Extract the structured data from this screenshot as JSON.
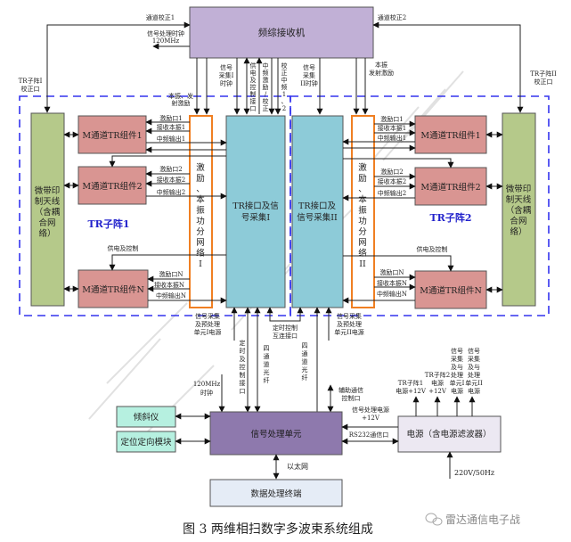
{
  "title": "图 3  两维相扫数字多波束系统组成",
  "watermark": "雷达通信电子战",
  "colors": {
    "receiver": "#c1b0d6",
    "antenna": "#b5c98a",
    "tr_module": "#d99592",
    "tr_interface": "#8dcbd8",
    "splitter_border": "#f07f22",
    "subarray_border": "#3333ee",
    "subarray_label": "#2222cc",
    "sensor": "#b6f0e0",
    "processor": "#8e79ad",
    "power": "#ece8f2",
    "terminal": "#e5ecf6"
  },
  "blocks": {
    "receiver": "频综接收机",
    "antenna1": [
      "微带印",
      "制天线",
      "（含耦",
      "合网",
      "络）"
    ],
    "antenna2": [
      "微带印",
      "制天线",
      "（含耦",
      "合网",
      "络）"
    ],
    "tr1": [
      "M通道TR组件1",
      "M通道TR组件2",
      "M通道TR组件N"
    ],
    "tr2": [
      "M通道TR组件1",
      "M通道TR组件2",
      "M通道TR组件N"
    ],
    "splitter1": [
      "激",
      "励",
      "、",
      "本",
      "振",
      "功",
      "分",
      "网",
      "络",
      "I"
    ],
    "splitter2": [
      "激",
      "励",
      "、",
      "本",
      "振",
      "功",
      "分",
      "网",
      "络",
      "II"
    ],
    "tr_if1": [
      "TR接口及信",
      "号采集I"
    ],
    "tr_if2": [
      "TR接口及",
      "信号采集II"
    ],
    "subarray1": "TR子阵1",
    "subarray2": "TR子阵2",
    "inclinometer": "倾斜仪",
    "positioning": "定位定向模块",
    "processor": "信号处理单元",
    "power": "电源（含电源滤波器）",
    "terminal": "数据处理终端"
  },
  "labels": {
    "cal1": "通道校正1",
    "cal2": "通道校正2",
    "sp_clock": [
      "信号处理时钟",
      "120MHz"
    ],
    "tr1_cal_port": [
      "TR子阵I",
      "校正口"
    ],
    "tr2_cal_port": [
      "TR子阵II",
      "校正口"
    ],
    "lo_tx1": [
      "本振、发",
      "射激励"
    ],
    "lo_tx2": [
      "本振",
      "发射激励"
    ],
    "acq_clk1": [
      "信号",
      "采集I",
      "时钟"
    ],
    "acq_clk2": [
      "信号",
      "采集",
      "II时钟"
    ],
    "pwr_ctrl_if": [
      "供",
      "电",
      "及",
      "控",
      "制",
      "接",
      "口"
    ],
    "if_exc_cal": [
      "中",
      "频",
      "激",
      "励",
      "/",
      "校",
      "正"
    ],
    "cal_if": [
      "校",
      "正",
      "中",
      "频",
      "1",
      "、",
      "2"
    ],
    "tr1_signals": [
      [
        "激励口1",
        "接收本振1",
        "中频输出1"
      ],
      [
        "激励口2",
        "接收本振2",
        "中频输出2"
      ],
      [
        "激励口N",
        "接收本振N",
        "中频输出N"
      ]
    ],
    "tr2_signals": [
      [
        "激励口1",
        "接收本振1",
        "中频输出1"
      ],
      [
        "激励口2",
        "接收本振2",
        "中频输出2"
      ],
      [
        "激励口N",
        "接收本振N",
        "中频输出N"
      ]
    ],
    "pwr_ctrl1": "供电及控制",
    "pwr_ctrl2": "供电及控制",
    "acq_pwr1": [
      "信号采集",
      "及预处理",
      "单元I电源"
    ],
    "acq_pwr2": [
      "信号采集",
      "及预处理",
      "单元II电源"
    ],
    "timing_link": [
      "定时控制",
      "互连接口"
    ],
    "timing_ctrl_if": [
      "定",
      "时",
      "及",
      "控",
      "制",
      "接",
      "口"
    ],
    "fiber1": [
      "四",
      "通",
      "道",
      "光",
      "纤"
    ],
    "fiber2": [
      "四",
      "通",
      "道",
      "光",
      "纤"
    ],
    "clk120": [
      "120MHz",
      "时钟"
    ],
    "aux_comm": [
      "辅助通信",
      "控制口"
    ],
    "sp_power": [
      "信号处理电源",
      "+12V"
    ],
    "rs232": "RS232通信口",
    "ethernet": "以太网",
    "ac_in": "220V/50Hz",
    "pwr_out1": [
      "TR子阵1",
      "电源+12V"
    ],
    "pwr_out2": [
      "TR子阵2",
      "电源",
      "+12V"
    ],
    "pwr_out3": [
      "信号",
      "采集",
      "及与",
      "处理",
      "单元I",
      "电源"
    ],
    "pwr_out4": [
      "信号",
      "采集",
      "及与",
      "处理",
      "单元II",
      "电源"
    ]
  }
}
